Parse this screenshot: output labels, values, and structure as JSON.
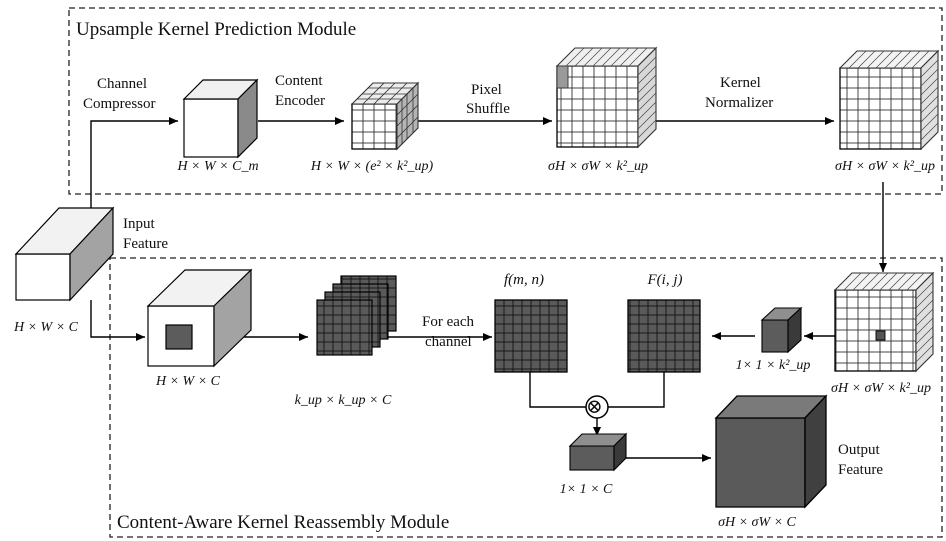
{
  "modules": {
    "top": "Upsample  Kernel Prediction Module",
    "bottom": "Content-Aware Kernel Reassembly Module"
  },
  "labels": {
    "channel_compressor": [
      "Channel",
      "Compressor"
    ],
    "content_encoder": [
      "Content",
      "Encoder"
    ],
    "pixel_shuffle": [
      "Pixel",
      "Shuffle"
    ],
    "kernel_normalizer": [
      "Kernel",
      "Normalizer"
    ],
    "input_feature": [
      "Input",
      "Feature"
    ],
    "for_each_channel": [
      "For each",
      "channel"
    ],
    "output_feature": [
      "Output",
      "Feature"
    ]
  },
  "dims": {
    "compressed": "H × W × C_m",
    "encoded": "H × W × (e² × k²_up)",
    "shuffled": "σH × σW × k²_up",
    "normalized": "σH × σW × k²_up",
    "input": "H × W × C",
    "input_copy": "H × W × C",
    "kernels": "k_up × k_up × C",
    "kernel_vec": "1× 1 × k²_up",
    "normalized_bottom": "σH × σW × k²_up",
    "out_vec": "1× 1 × C",
    "output": "σH × σW × C"
  },
  "symbols": {
    "f": "f(m, n)",
    "F": "F(i, j)",
    "otimes": "⊗"
  }
}
